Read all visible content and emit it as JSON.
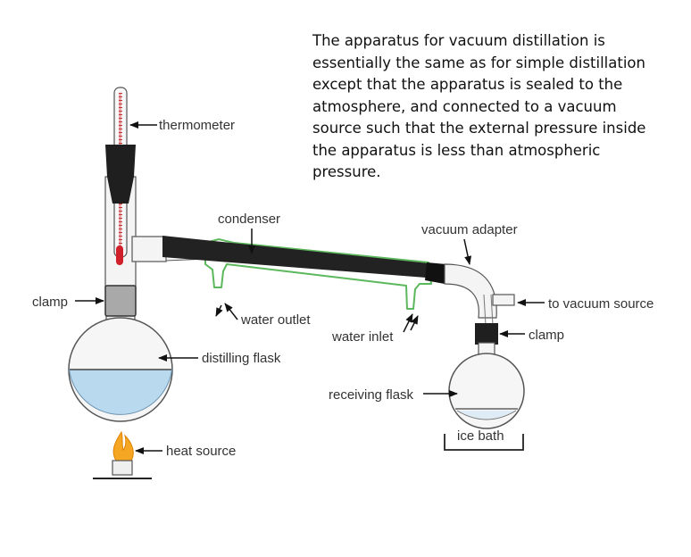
{
  "description_lines": [
    "The apparatus for vacuum distillation is",
    "essentially the same as for simple distillation",
    "except that the apparatus is sealed to the",
    "atmosphere, and connected to a vacuum",
    "source such that the external pressure inside",
    "the apparatus is less than atmospheric",
    "pressure."
  ],
  "labels": {
    "thermometer": "thermometer",
    "condenser": "condenser",
    "vacuum_adapter": "vacuum adapter",
    "clamp_left": "clamp",
    "to_vacuum_source": "to vacuum source",
    "water_outlet": "water outlet",
    "water_inlet": "water inlet",
    "clamp_right": "clamp",
    "distilling_flask": "distilling flask",
    "receiving_flask": "receiving flask",
    "ice_bath": "ice bath",
    "heat_source": "heat source"
  },
  "colors": {
    "water_jacket": "#5cb85c",
    "liquid": "#b9d9ee",
    "thermometer_bulb": "#d0202a",
    "flame": "#f5a623",
    "glass": "#f4f4f4",
    "black_tube": "#222222"
  }
}
